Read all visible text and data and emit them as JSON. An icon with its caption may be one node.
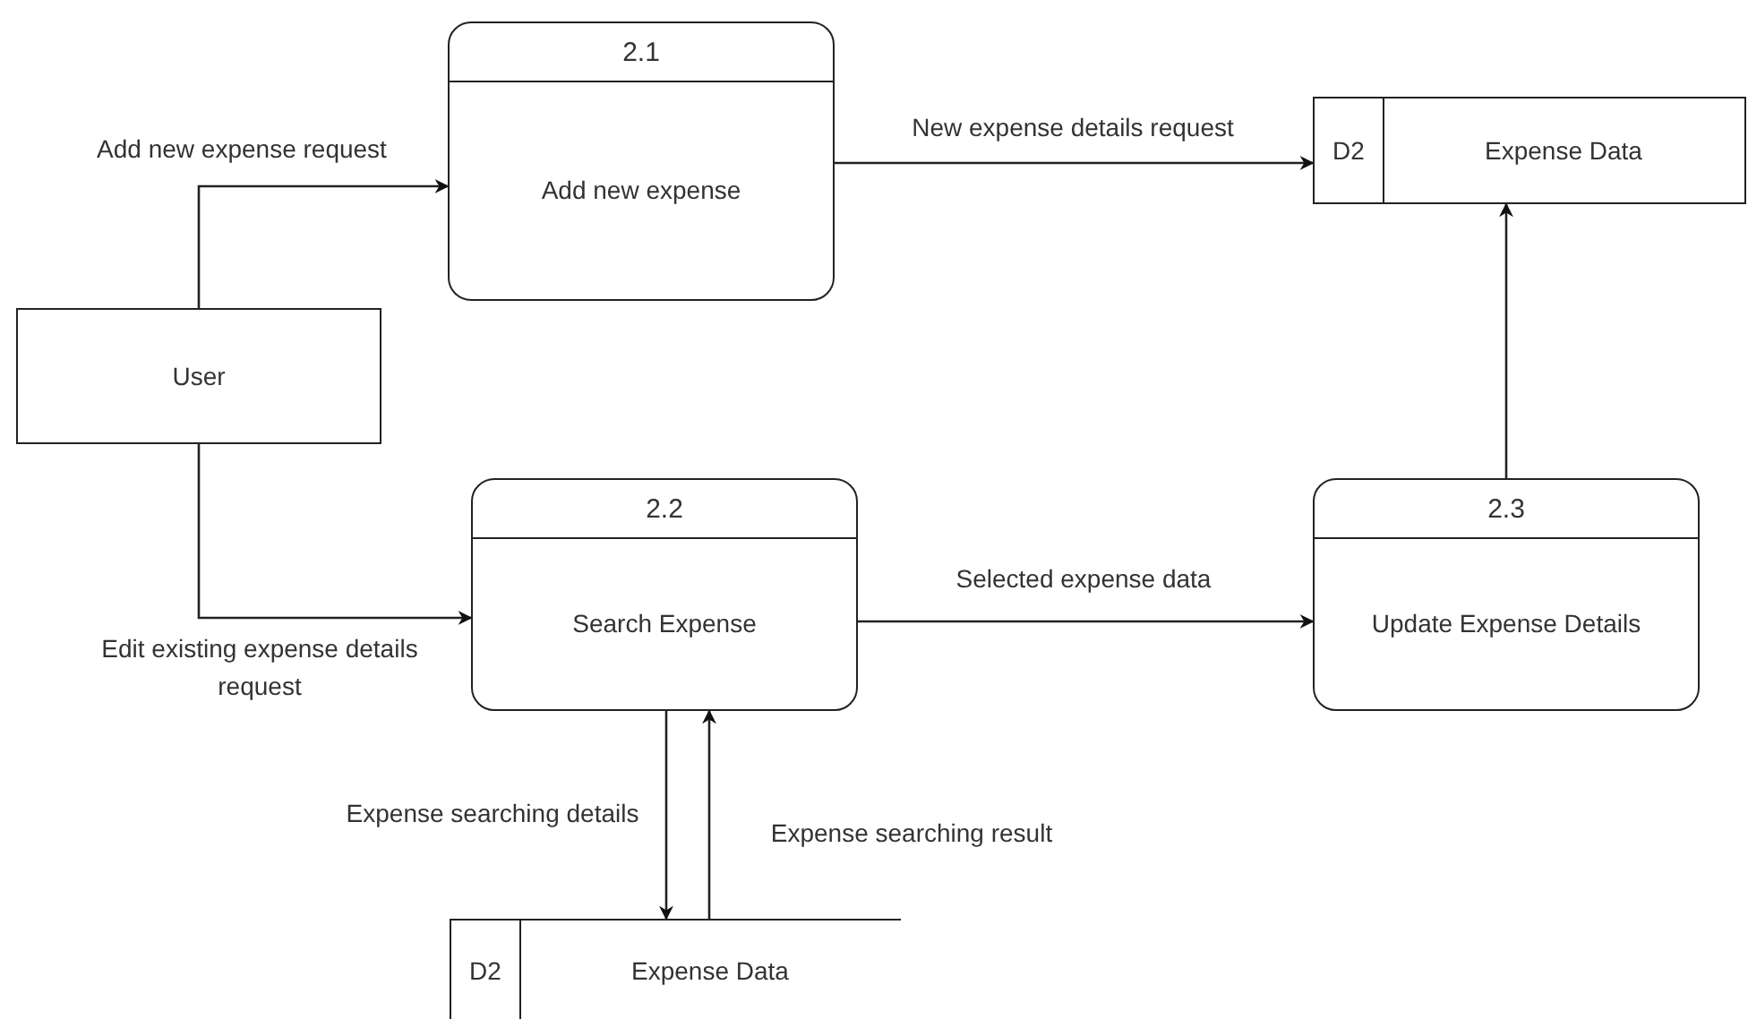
{
  "diagram": {
    "nodes": [
      {
        "text": [
          "2.1",
          "Add new expense"
        ]
      },
      {
        "text": [
          "D2",
          "Expense Data"
        ]
      },
      {
        "text": [
          "User"
        ]
      },
      {
        "text": [
          "2.2",
          "Search Expense"
        ]
      },
      {
        "text": [
          "2.3",
          "Update Expense Details"
        ]
      },
      {
        "text": [
          "D2",
          "Expense Data"
        ]
      }
    ],
    "edges": [
      {
        "from": 2,
        "to": 0,
        "arrow": "to",
        "label": "Add new expense request"
      },
      {
        "from": 0,
        "to": 1,
        "arrow": "to",
        "label": "New expense details request"
      },
      {
        "from": 2,
        "to": 3,
        "arrow": "to",
        "label": "Edit existing expense details request"
      },
      {
        "from": 3,
        "to": 4,
        "arrow": "to",
        "label": "Selected expense data"
      },
      {
        "from": 4,
        "to": 1,
        "arrow": "to"
      },
      {
        "from": 3,
        "to": 5,
        "arrow": "to",
        "label": "Expense searching details"
      },
      {
        "from": 5,
        "to": 3,
        "arrow": "to",
        "label": "Expense searching result"
      }
    ]
  }
}
